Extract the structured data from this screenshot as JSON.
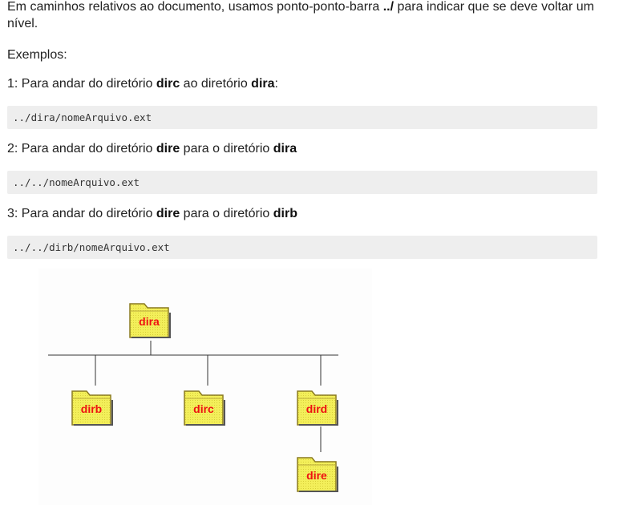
{
  "intro": {
    "before": "Em caminhos relativos ao documento, usamos ponto-ponto-barra ",
    "token": "../",
    "after": " para indicar que se deve voltar um nível."
  },
  "examples_title": "Exemplos:",
  "example1": {
    "prefix": "1: Para andar do diretório ",
    "from": "dirc",
    "middle": " ao diretório ",
    "to": "dira",
    "suffix": ":",
    "code": "../dira/nomeArquivo.ext"
  },
  "example2": {
    "prefix": "2: Para andar do diretório ",
    "from": "dire",
    "middle": " para o diretório ",
    "to": "dira",
    "code": "../../nomeArquivo.ext"
  },
  "example3": {
    "prefix": "3: Para andar do diretório ",
    "from": "dire",
    "middle": " para o diretório ",
    "to": "dirb",
    "code": "../../dirb/nomeArquivo.ext"
  },
  "diagram": {
    "folders": {
      "dira": "dira",
      "dirb": "dirb",
      "dirc": "dirc",
      "dird": "dird",
      "dire": "dire"
    },
    "colors": {
      "folder_fill": "#f2ee52",
      "folder_edge": "#8a7a20",
      "label": "#ee1111",
      "lines": "#333333"
    }
  }
}
